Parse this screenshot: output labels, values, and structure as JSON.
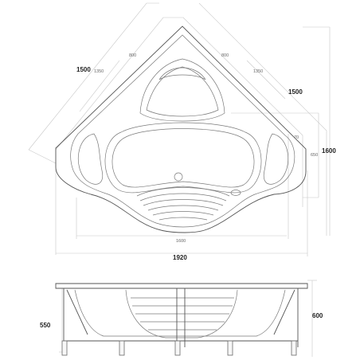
{
  "top_view": {
    "dimensions": {
      "d1500_left": "1500",
      "d1350_left": "1350",
      "d800_left": "800",
      "d800_right": "800",
      "d1350_right": "1350",
      "d1500_right": "1500",
      "d70": "70",
      "d650": "650",
      "d1600_right": "1600",
      "d1600_bottom": "1600",
      "d1920": "1920"
    }
  },
  "side_view": {
    "dimensions": {
      "d550": "550",
      "d600": "600"
    }
  },
  "colors": {
    "outline": "#555555",
    "dimension_lines": "#c8c8c8",
    "label_text": "#222222"
  }
}
